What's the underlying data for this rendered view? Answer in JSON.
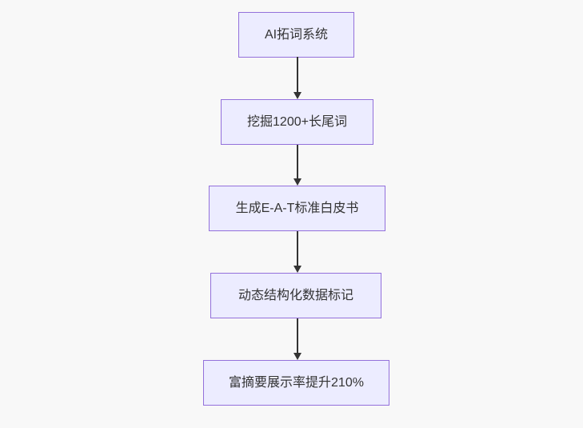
{
  "diagram": {
    "type": "flowchart",
    "direction": "top-down",
    "nodes": [
      {
        "id": "step-1",
        "label": "AI拓词系统"
      },
      {
        "id": "step-2",
        "label": "挖掘1200+长尾词"
      },
      {
        "id": "step-3",
        "label": "生成E-A-T标准白皮书"
      },
      {
        "id": "step-4",
        "label": "动态结构化数据标记"
      },
      {
        "id": "step-5",
        "label": "富摘要展示率提升210%"
      }
    ],
    "edges": [
      {
        "from": "step-1",
        "to": "step-2"
      },
      {
        "from": "step-2",
        "to": "step-3"
      },
      {
        "from": "step-3",
        "to": "step-4"
      },
      {
        "from": "step-4",
        "to": "step-5"
      }
    ],
    "colors": {
      "node_fill": "#ECECFF",
      "node_border": "#9370DB",
      "arrow": "#333333",
      "text": "#333333",
      "background": "#f8f8f8"
    }
  }
}
